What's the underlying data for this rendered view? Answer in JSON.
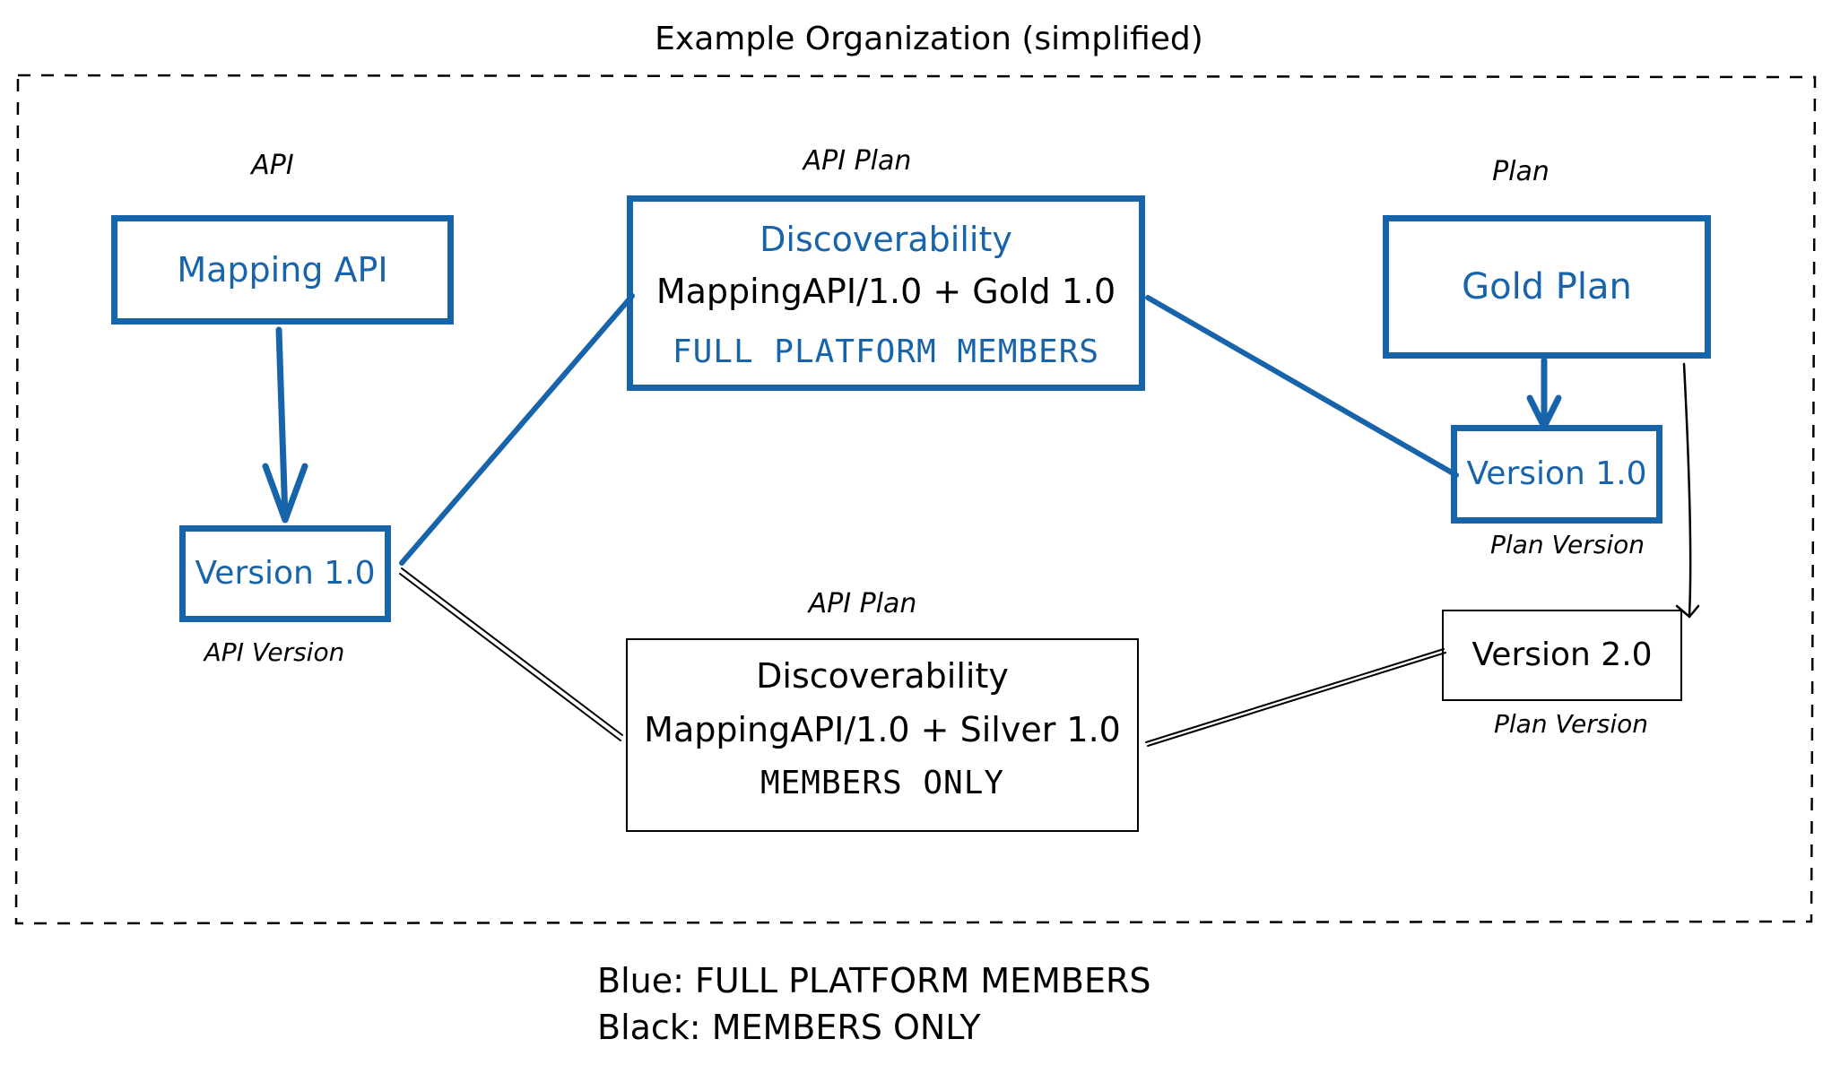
{
  "title": "Example Organization (simplified)",
  "colors": {
    "blue": "#1864ab",
    "black": "#000000"
  },
  "api": {
    "category_label": "API",
    "name": "Mapping API",
    "version": "Version 1.0",
    "version_caption": "API Version"
  },
  "api_plan_gold": {
    "category_label": "API Plan",
    "line1": "Discoverability",
    "line2": "MappingAPI/1.0 + Gold 1.0",
    "line3": "FULL PLATFORM MEMBERS"
  },
  "api_plan_silver": {
    "category_label": "API Plan",
    "line1": "Discoverability",
    "line2": "MappingAPI/1.0 + Silver 1.0",
    "line3": "MEMBERS ONLY"
  },
  "plan": {
    "category_label": "Plan",
    "name": "Gold Plan",
    "version_1": "Version 1.0",
    "version_1_caption": "Plan Version",
    "version_2": "Version 2.0",
    "version_2_caption": "Plan Version"
  },
  "legend": {
    "blue": "Blue: FULL PLATFORM MEMBERS",
    "black": "Black: MEMBERS ONLY"
  }
}
